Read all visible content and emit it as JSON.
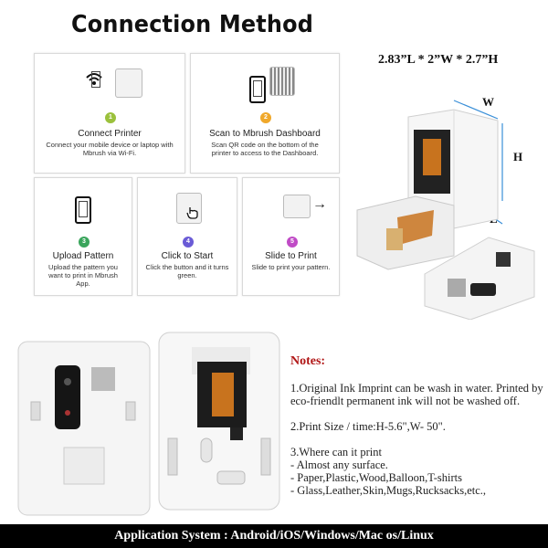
{
  "header": {
    "title": "Connection Method"
  },
  "cards": [
    {
      "step": "1",
      "title": "Connect Printer",
      "desc": "Connect your mobile device or laptop with  Mbrush  via Wi-Fi.",
      "color": "#9bc13c"
    },
    {
      "step": "2",
      "title": "Scan to  Mbrush  Dashboard",
      "desc": "Scan QR code on the bottom of the printer to access to the Dashboard.",
      "color": "#f0a82a"
    },
    {
      "step": "3",
      "title": "Upload Pattern",
      "desc": "Upload the pattern you want to print in Mbrush App.",
      "color": "#3aa55c"
    },
    {
      "step": "4",
      "title": "Click to Start",
      "desc": "Click the button and it turns green.",
      "color": "#6a5bd6"
    },
    {
      "step": "5",
      "title": "Slide to Print",
      "desc": "Slide to print your pattern.",
      "color": "#c04bc6"
    }
  ],
  "arrow_glyph": "→",
  "dimensions": {
    "text": "2.83”L  *  2”W * 2.7”H",
    "w": "W",
    "h": "H",
    "l": "L"
  },
  "notes": {
    "title": "Notes:",
    "note1": "1.Original Ink Imprint can be wash in water. Printed by eco-friendlt permanent ink will not be washed off.",
    "note2": "2.Print Size / time:H-5.6\",W- 50\".",
    "note3_title": "3.Where can it print",
    "note3_items": [
      "- Almost any surface.",
      "- Paper,Plastic,Wood,Balloon,T-shirts",
      "- Glass,Leather,Skin,Mugs,Rucksacks,etc.,"
    ]
  },
  "footer": {
    "text": "Application System : Android/iOS/Windows/Mac os/Linux"
  },
  "colors": {
    "notes_title": "#b01515",
    "footer_bg": "#000000",
    "ink_cartridge": "#c8731e"
  }
}
